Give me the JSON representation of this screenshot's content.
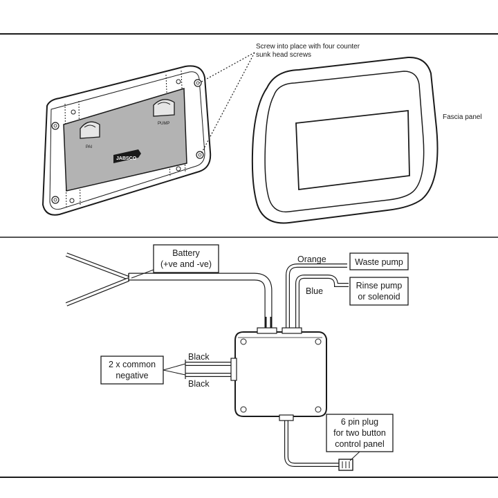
{
  "top_panel": {
    "screw_note": [
      "Screw into place with four counter",
      "sunk head screws"
    ],
    "fascia_label": "Fascia panel",
    "button_left_label": "PAI",
    "button_right_label": "PUMP",
    "brand_logo": "JABSCO"
  },
  "wiring_panel": {
    "battery_label": [
      "Battery",
      "(+ve and -ve)"
    ],
    "orange_wire_label": "Orange",
    "blue_wire_label": "Blue",
    "waste_pump_label": "Waste pump",
    "rinse_pump_label": [
      "Rinse pump",
      "or solenoid"
    ],
    "negative_label": [
      "2 x common",
      "negative"
    ],
    "black_top_label": "Black",
    "black_bottom_label": "Black",
    "plug_label": [
      "6 pin plug",
      "for two button",
      "control panel"
    ]
  },
  "colors": {
    "line": "#1a1a1a",
    "plate_fill": "#b3b3b3",
    "dotted_leader": "#1a1a1a"
  },
  "icons": [
    "screw-hole-icon",
    "rocker-button-icon",
    "jabsco-logo-icon",
    "connector-plug-icon"
  ]
}
